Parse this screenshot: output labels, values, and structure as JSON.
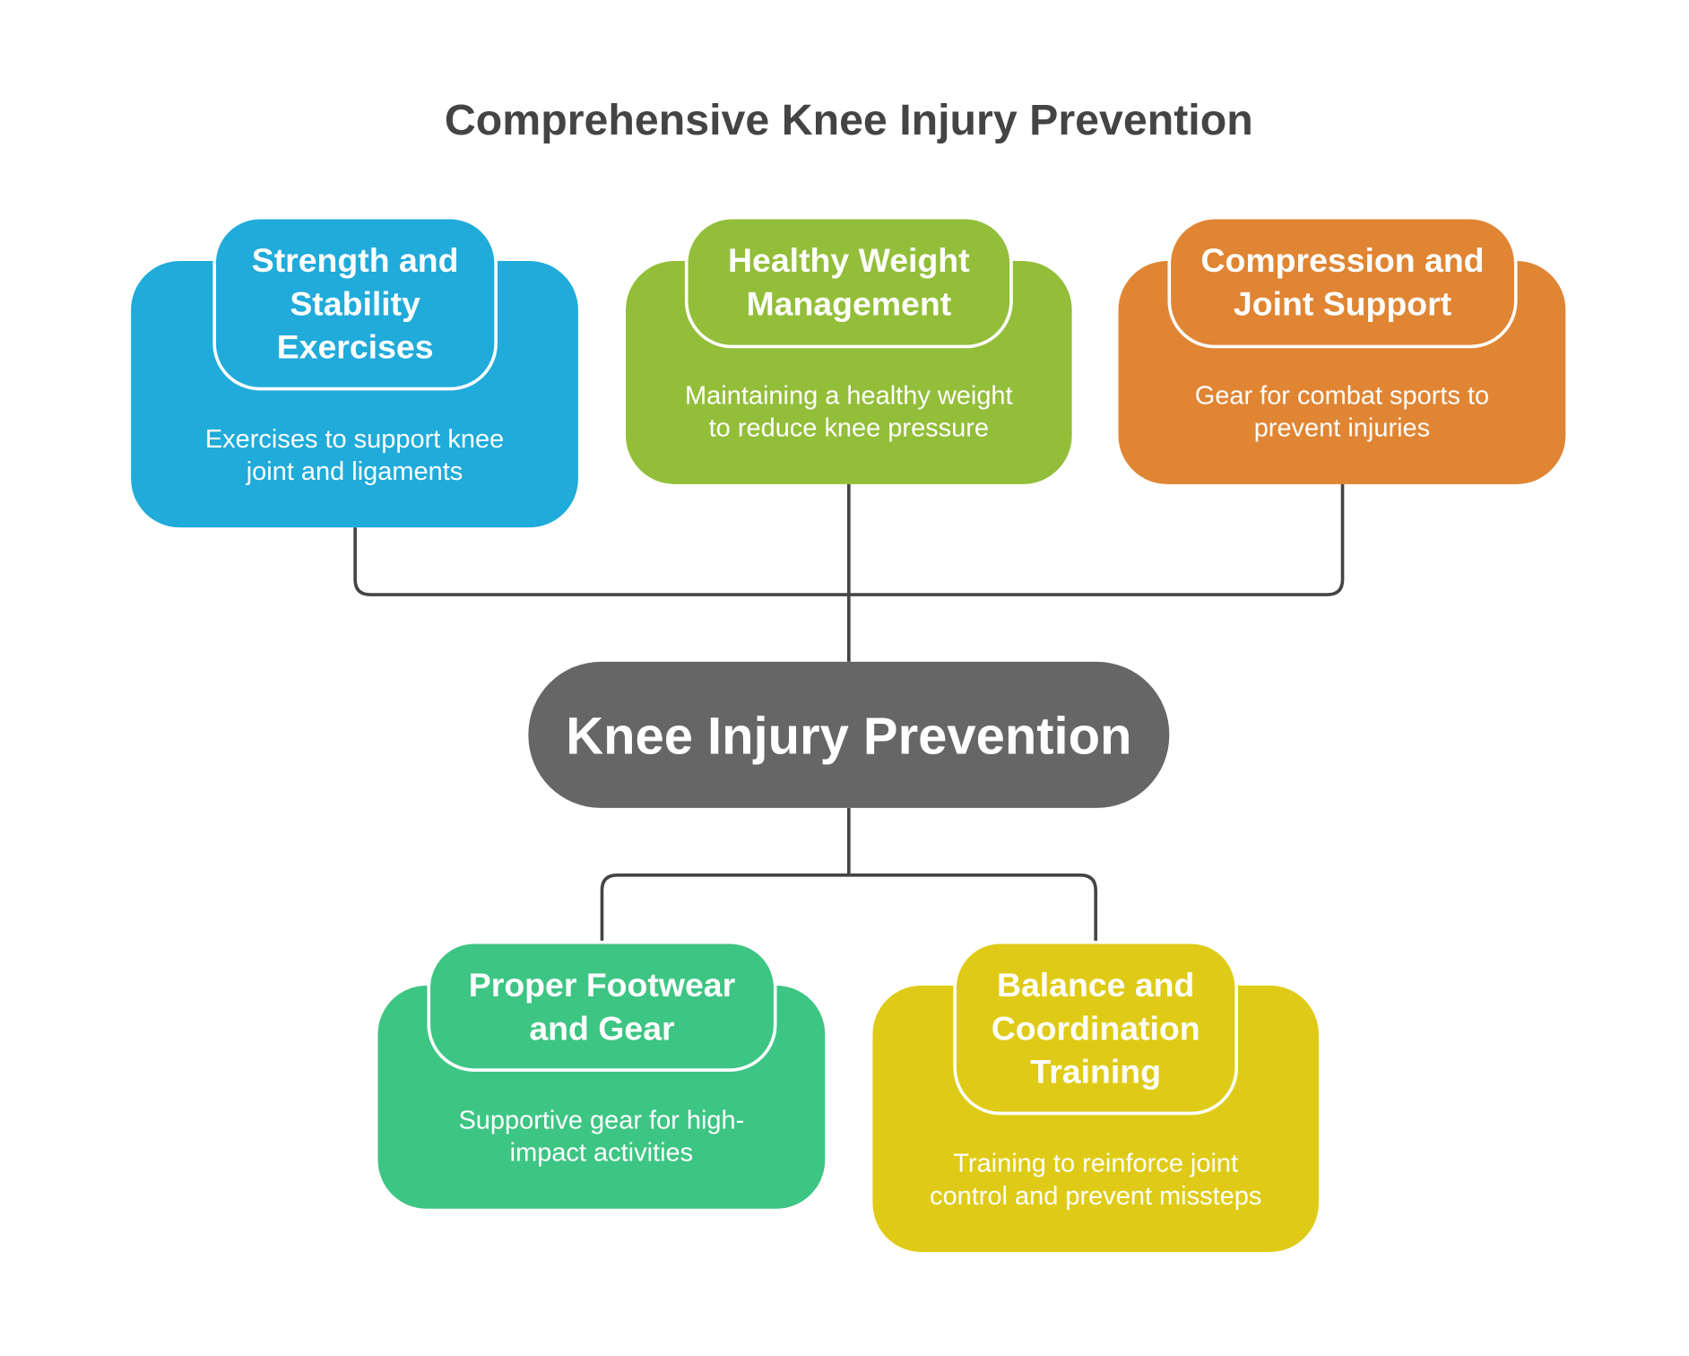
{
  "title": "Comprehensive Knee Injury Prevention",
  "center": "Knee Injury Prevention",
  "colors": {
    "center": "#666666",
    "connector": "#444444"
  },
  "cards": [
    {
      "title": [
        "Strength and",
        "Stability",
        "Exercises"
      ],
      "desc": [
        "Exercises to support knee",
        "joint and ligaments"
      ],
      "color": "#20ABDA"
    },
    {
      "title": [
        "Healthy Weight",
        "Management"
      ],
      "desc": [
        "Maintaining a healthy weight",
        "to reduce knee pressure"
      ],
      "color": "#93BE3A"
    },
    {
      "title": [
        "Compression and",
        "Joint Support"
      ],
      "desc": [
        "Gear for combat sports to",
        "prevent injuries"
      ],
      "color": "#E08533"
    },
    {
      "title": [
        "Proper Footwear",
        "and Gear"
      ],
      "desc": [
        "Supportive gear for high-",
        "impact activities"
      ],
      "color": "#3DC583"
    },
    {
      "title": [
        "Balance and",
        "Coordination",
        "Training"
      ],
      "desc": [
        "Training to reinforce joint",
        "control and prevent missteps"
      ],
      "color": "#DFCB17"
    }
  ]
}
